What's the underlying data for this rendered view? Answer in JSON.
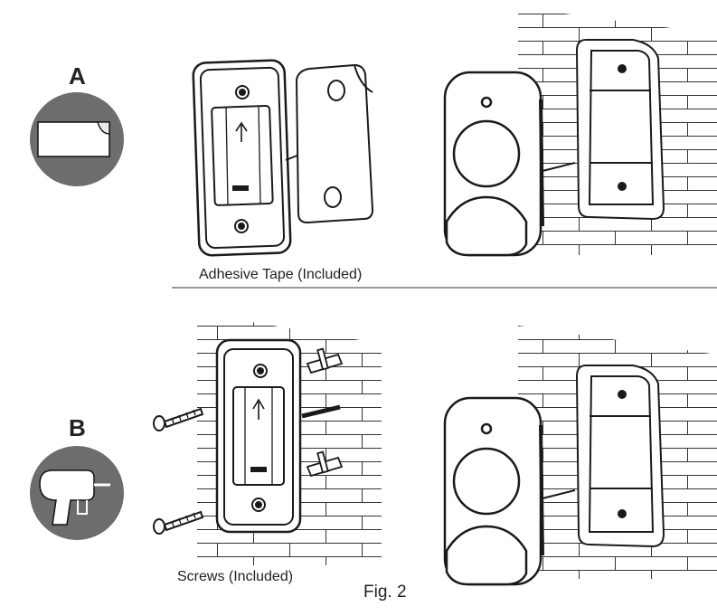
{
  "methods": [
    {
      "letter": "A",
      "caption": "Adhesive Tape (Included)",
      "icon": "adhesive-tape-icon"
    },
    {
      "letter": "B",
      "caption": "Screws (Included)",
      "icon": "power-drill-icon"
    }
  ],
  "figure_label": "Fig. 2",
  "colors": {
    "icon_circle": "#6d6d6d",
    "line": "#1a1a1a",
    "divider": "#9a9a9a",
    "text": "#222222"
  }
}
